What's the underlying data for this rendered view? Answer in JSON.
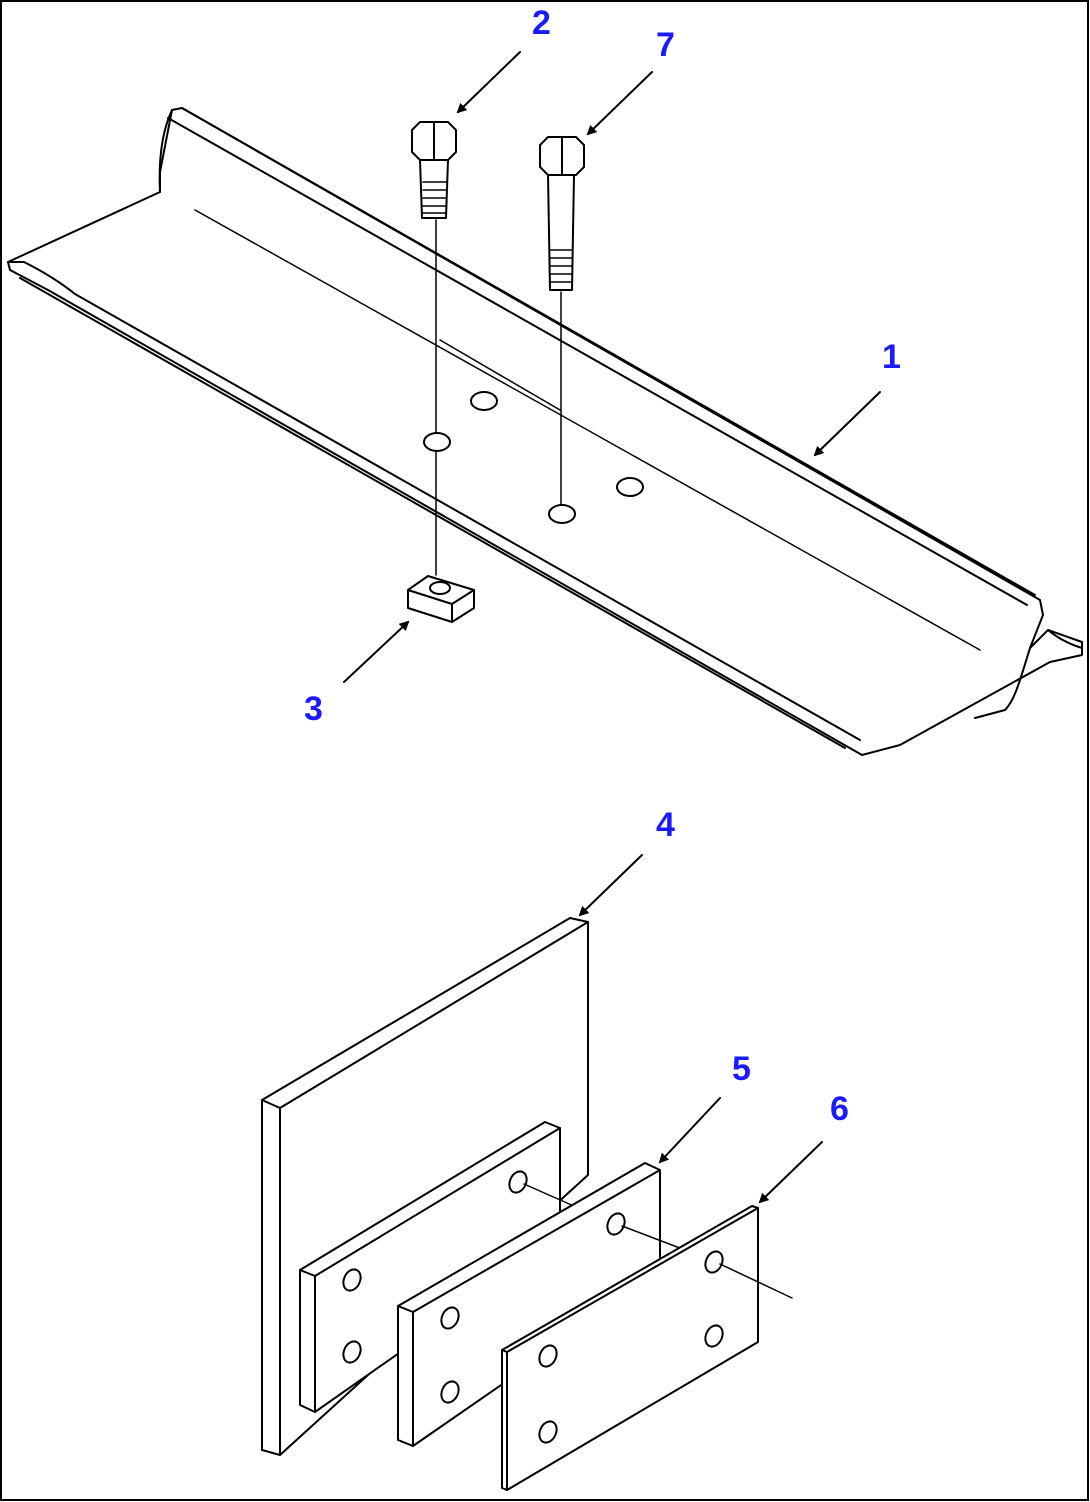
{
  "colors": {
    "line": "#000000",
    "callout": "#1a1aff",
    "background": "#ffffff"
  },
  "callouts": [
    {
      "id": "1",
      "label": "1"
    },
    {
      "id": "2",
      "label": "2"
    },
    {
      "id": "3",
      "label": "3"
    },
    {
      "id": "4",
      "label": "4"
    },
    {
      "id": "5",
      "label": "5"
    },
    {
      "id": "6",
      "label": "6"
    },
    {
      "id": "7",
      "label": "7"
    }
  ]
}
